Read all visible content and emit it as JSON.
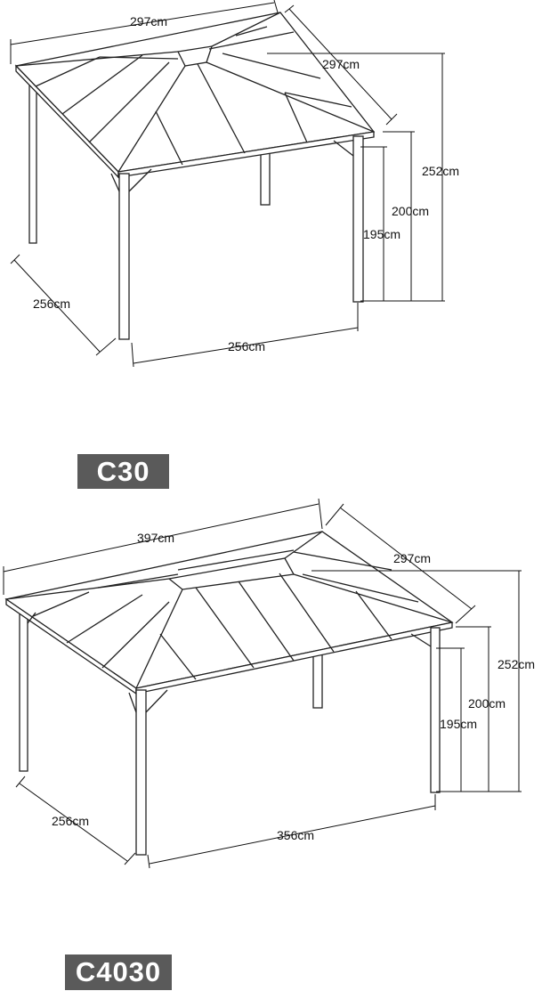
{
  "models": [
    {
      "code": "C30",
      "dimensions": {
        "top_length": "297cm",
        "top_width": "297cm",
        "total_height": "252cm",
        "eave_height": "200cm",
        "clear_height": "195cm",
        "base_depth": "256cm",
        "base_length": "256cm"
      }
    },
    {
      "code": "C4030",
      "dimensions": {
        "top_length": "397cm",
        "top_width": "297cm",
        "total_height": "252cm",
        "eave_height": "200cm",
        "clear_height": "195cm",
        "base_depth": "256cm",
        "base_length": "356cm"
      }
    }
  ]
}
